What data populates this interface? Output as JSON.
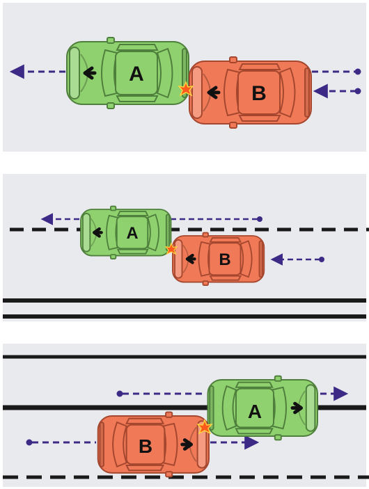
{
  "colors": {
    "panel_bg": "#e9eaee",
    "road_line": "#1a1a1a",
    "arrow": "#3d2a86",
    "car_a_body": "#8fd16f",
    "car_a_outline": "#4f7f3c",
    "car_b_body": "#f07a57",
    "car_b_outline": "#a5472f",
    "glass": "#cfe4ef",
    "impact": "#ff5a1e"
  },
  "labels": {
    "car_a": "A",
    "car_b": "B"
  },
  "scenes": [
    {
      "id": "scene-1",
      "description_visible": false
    },
    {
      "id": "scene-2",
      "description_visible": false
    },
    {
      "id": "scene-3",
      "description_visible": false
    }
  ]
}
